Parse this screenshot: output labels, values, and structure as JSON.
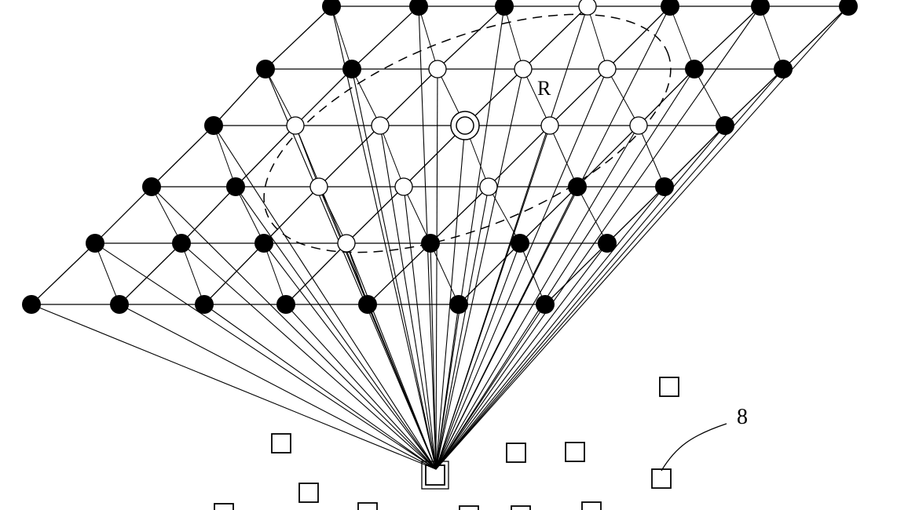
{
  "labels": {
    "region": "R",
    "element": "8"
  },
  "grid_rows": [
    [
      "filled",
      "filled",
      "filled",
      "open",
      "filled",
      "filled",
      "filled"
    ],
    [
      "filled",
      "filled",
      "open",
      "open",
      "open",
      "filled",
      "filled"
    ],
    [
      "filled",
      "open",
      "open",
      "target",
      "open",
      "open",
      "filled"
    ],
    [
      "filled",
      "filled",
      "open",
      "open",
      "open",
      "filled",
      "filled"
    ],
    [
      "filled",
      "filled",
      "filled",
      "open",
      "filled",
      "filled",
      "filled"
    ],
    [
      "filled",
      "filled",
      "filled",
      "filled",
      "filled",
      "filled",
      "filled"
    ]
  ],
  "colors": {
    "ink": "#000000",
    "background": "#ffffff"
  }
}
